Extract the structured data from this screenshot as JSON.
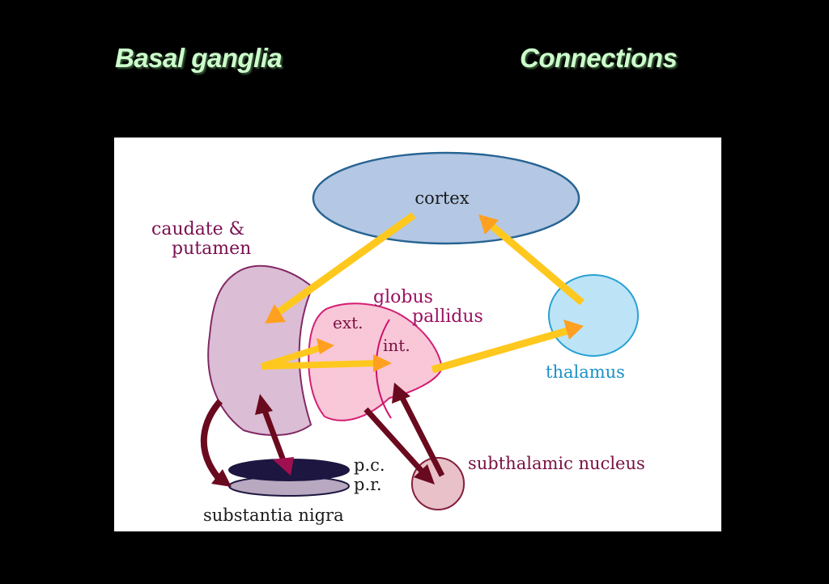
{
  "slide": {
    "title_left": "Basal ganglia",
    "title_right": "Connections"
  },
  "diagram": {
    "structures": {
      "cortex": "cortex",
      "caudate_putamen_line1": "caudate &",
      "caudate_putamen_line2": "putamen",
      "globus_pallidus_line1": "globus",
      "globus_pallidus_line2": "pallidus",
      "gp_external": "ext.",
      "gp_internal": "int.",
      "thalamus": "thalamus",
      "subthalamic_nucleus": "subthalamic nucleus",
      "substantia_nigra": "substantia nigra",
      "sn_pars_compacta": "p.c.",
      "sn_pars_reticulata": "p.r."
    },
    "connections": [
      {
        "from": "cortex",
        "to": "caudate & putamen",
        "type": "excitatory"
      },
      {
        "from": "caudate & putamen",
        "to": "globus pallidus ext.",
        "type": "excitatory"
      },
      {
        "from": "caudate & putamen",
        "to": "globus pallidus int.",
        "type": "excitatory"
      },
      {
        "from": "globus pallidus int.",
        "to": "thalamus",
        "type": "excitatory"
      },
      {
        "from": "thalamus",
        "to": "cortex",
        "type": "excitatory"
      },
      {
        "from": "caudate & putamen",
        "to": "substantia nigra p.r.",
        "type": "inhibitory"
      },
      {
        "from": "substantia nigra p.c.",
        "to": "caudate & putamen",
        "type": "inhibitory"
      },
      {
        "from": "globus pallidus ext.",
        "to": "subthalamic nucleus",
        "type": "inhibitory"
      },
      {
        "from": "subthalamic nucleus",
        "to": "globus pallidus int.",
        "type": "inhibitory"
      }
    ],
    "colors": {
      "cortex_fill": "#a9c0e0",
      "cortex_stroke": "#1a5a8c",
      "striatum_fill": "#d6b4cf",
      "striatum_stroke": "#7a1a5a",
      "pallidus_fill": "#f7bfd2",
      "pallidus_stroke": "#d0106a",
      "thalamus_fill": "#b3e0f5",
      "thalamus_stroke": "#1a9ad0",
      "stn_fill": "#e6b8c0",
      "stn_stroke": "#7a1030",
      "sn_pc_fill": "#1c1640",
      "sn_pr_fill": "#b8a8c0",
      "excitatory_arrow": "#ffc81e",
      "excitatory_head": "#ffa020",
      "inhibitory_arrow": "#6a0a1e",
      "label_maroon": "#8a1050",
      "label_dark": "#1a1a1a",
      "label_thalamus": "#1a90c8"
    }
  }
}
